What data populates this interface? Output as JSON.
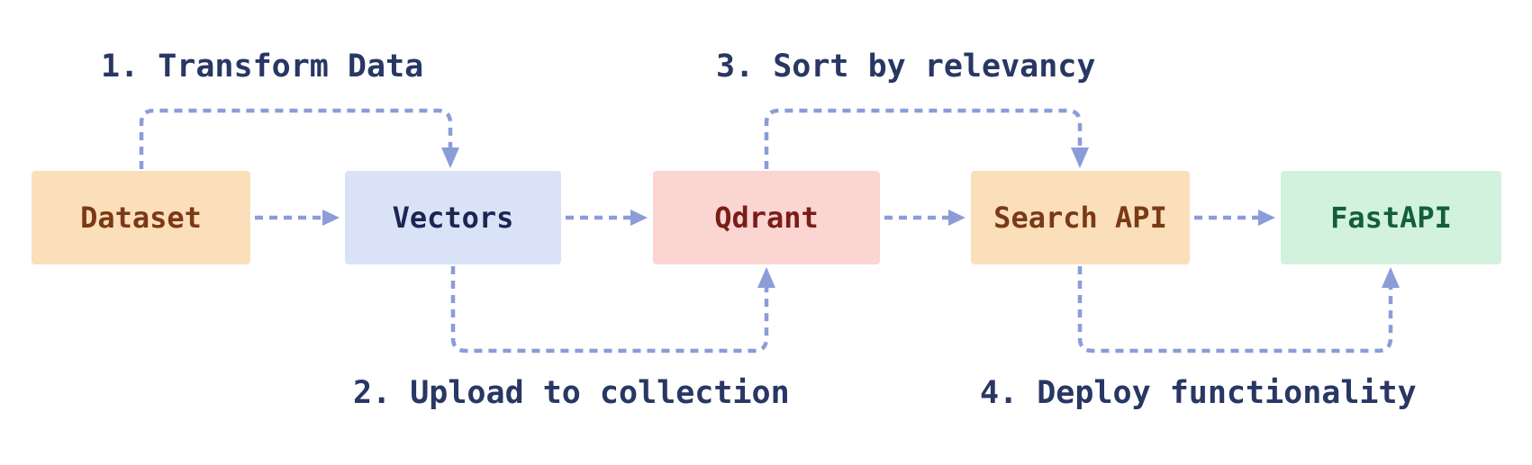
{
  "diagram": {
    "type": "flowchart",
    "background": "#FFFFFF",
    "flow_order": [
      "Dataset",
      "Vectors",
      "Qdrant",
      "Search API",
      "FastAPI"
    ]
  },
  "nodes": [
    {
      "id": "dataset",
      "label": "Dataset",
      "fill": "#FBDFBB",
      "text_color": "#7A3A16"
    },
    {
      "id": "vectors",
      "label": "Vectors",
      "fill": "#DAE2F7",
      "text_color": "#1B2752"
    },
    {
      "id": "qdrant",
      "label": "Qdrant",
      "fill": "#FAD5D2",
      "text_color": "#7A1D18"
    },
    {
      "id": "search-api",
      "label": "Search API",
      "fill": "#FBDFBB",
      "text_color": "#7A3A16"
    },
    {
      "id": "fastapi",
      "label": "FastAPI",
      "fill": "#D2F2DD",
      "text_color": "#135F38"
    }
  ],
  "steps": [
    {
      "number": "1.",
      "text": "Transform Data",
      "label": "1. Transform Data"
    },
    {
      "number": "2.",
      "text": "Upload to collection",
      "label": "2. Upload to collection"
    },
    {
      "number": "3.",
      "text": "Sort by relevancy",
      "label": "3. Sort by relevancy"
    },
    {
      "number": "4.",
      "text": "Deploy functionality",
      "label": "4. Deploy functionality"
    }
  ],
  "connections": [
    {
      "from": "Dataset",
      "to": "Vectors",
      "route": "top-arc",
      "step": "1. Transform Data"
    },
    {
      "from": "Dataset",
      "to": "Vectors",
      "route": "straight",
      "step": ""
    },
    {
      "from": "Vectors",
      "to": "Qdrant",
      "route": "bottom-arc",
      "step": "2. Upload to collection"
    },
    {
      "from": "Vectors",
      "to": "Qdrant",
      "route": "straight",
      "step": ""
    },
    {
      "from": "Qdrant",
      "to": "Search API",
      "route": "top-arc",
      "step": "3. Sort by relevancy"
    },
    {
      "from": "Qdrant",
      "to": "Search API",
      "route": "straight",
      "step": ""
    },
    {
      "from": "Search API",
      "to": "FastAPI",
      "route": "bottom-arc",
      "step": "4. Deploy functionality"
    },
    {
      "from": "Search API",
      "to": "FastAPI",
      "route": "straight",
      "step": ""
    }
  ],
  "icons": {
    "arrowhead-right": "▶",
    "arrowhead-down": "▼",
    "arrowhead-up": "▲"
  },
  "colors": {
    "arrow": "#8B9CD9",
    "label_text": "#283764",
    "background": "#FFFFFF"
  }
}
